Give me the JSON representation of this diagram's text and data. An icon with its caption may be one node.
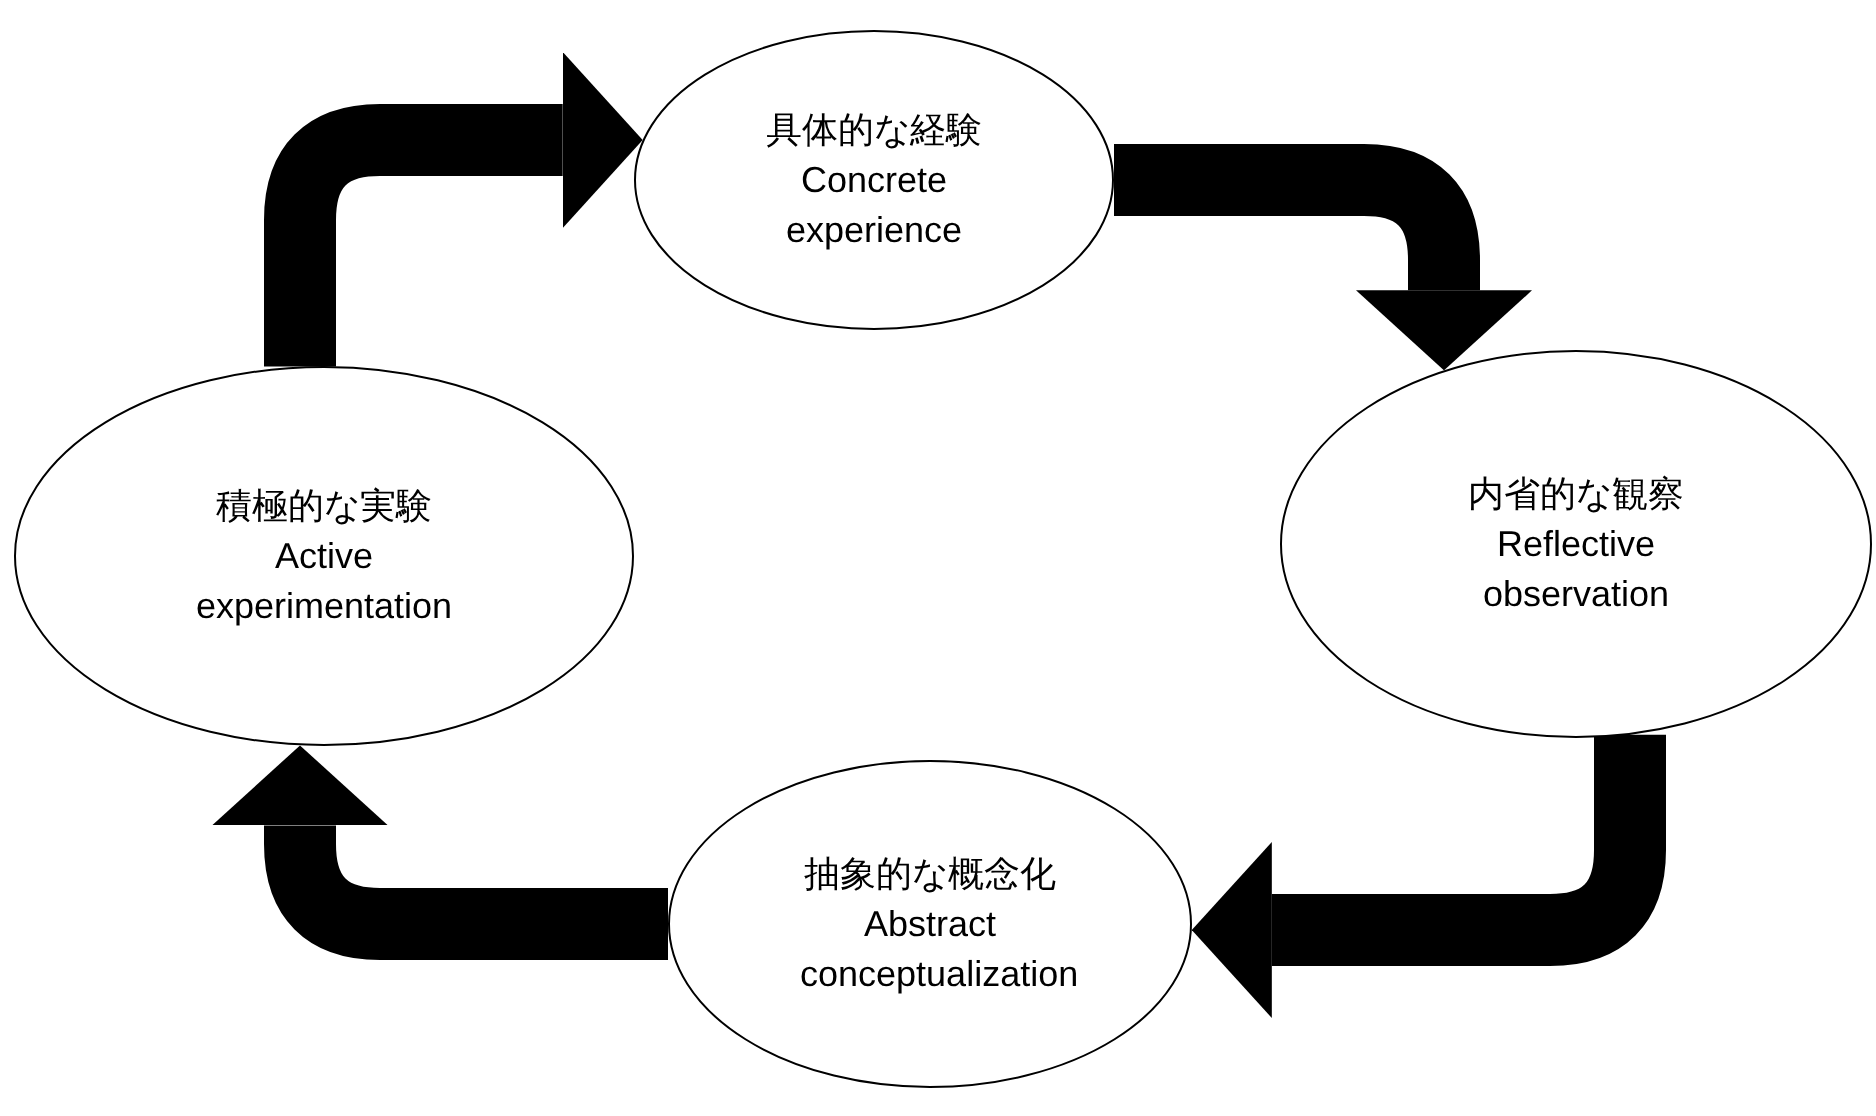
{
  "diagram": {
    "nodes": [
      {
        "text": [
          "具体的な経験",
          "Concrete experience"
        ]
      },
      {
        "text": [
          "内省的な観察",
          "Reflective observation"
        ]
      },
      {
        "text": [
          "抽象的な概念化",
          "Abstract conceptualization"
        ]
      },
      {
        "text": [
          "積極的な実験",
          "Active experimentation"
        ]
      }
    ],
    "edges": [
      {
        "from": 0,
        "to": 1,
        "arrow": "to"
      },
      {
        "from": 1,
        "to": 2,
        "arrow": "to"
      },
      {
        "from": 2,
        "to": 3,
        "arrow": "to"
      },
      {
        "from": 3,
        "to": 0,
        "arrow": "to"
      }
    ]
  }
}
